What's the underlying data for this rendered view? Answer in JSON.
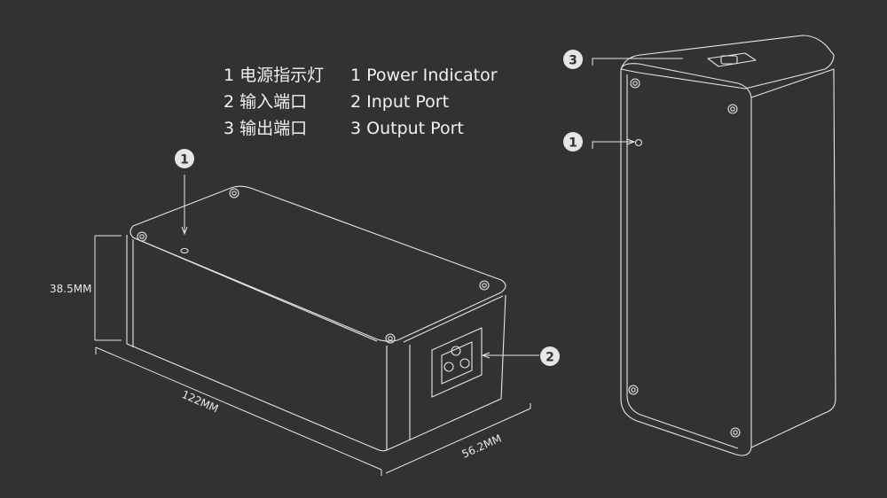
{
  "legend": {
    "items": [
      {
        "cn": "1 电源指示灯",
        "en": "1 Power Indicator"
      },
      {
        "cn": "2 输入端口",
        "en": "2 Input Port"
      },
      {
        "cn": "3 输出端口",
        "en": "3 Output Port"
      }
    ]
  },
  "callouts": {
    "one": "1",
    "two": "2",
    "three": "3"
  },
  "dimensions": {
    "height": "38.5MM",
    "length": "122MM",
    "width": "56.2MM"
  },
  "colors": {
    "background": "#323232",
    "line": "#e6e6e6",
    "badge_fill": "#e6e6e6",
    "badge_text": "#323232",
    "text": "#f2f2f2"
  }
}
